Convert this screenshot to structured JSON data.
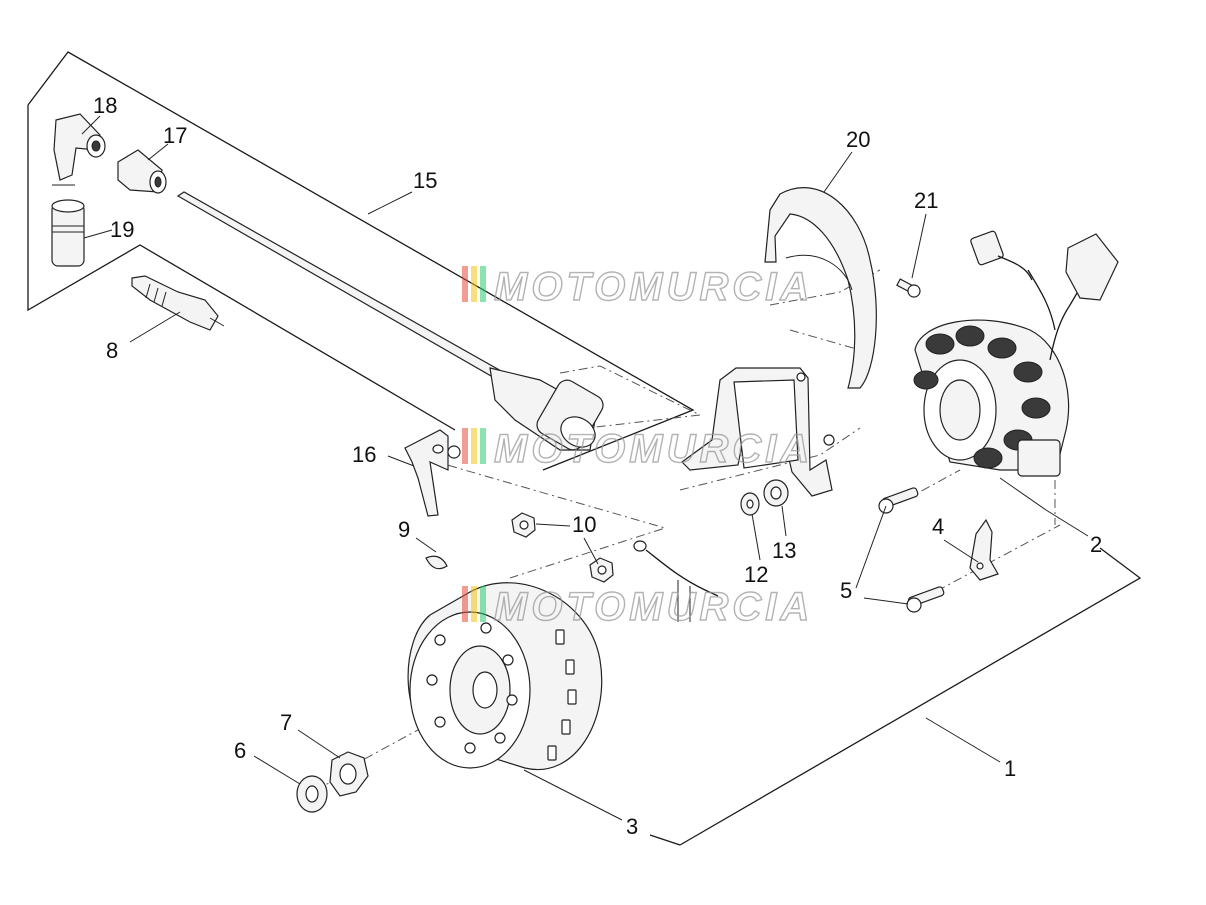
{
  "callouts": [
    "1",
    "2",
    "3",
    "4",
    "5",
    "6",
    "7",
    "8",
    "9",
    "10",
    "12",
    "13",
    "15",
    "16",
    "17",
    "18",
    "19",
    "20",
    "21"
  ],
  "watermark": {
    "text": "MOTOMURCIA",
    "stripe_colors": [
      "#e74c3c",
      "#f1c40f",
      "#2ecc71"
    ]
  }
}
